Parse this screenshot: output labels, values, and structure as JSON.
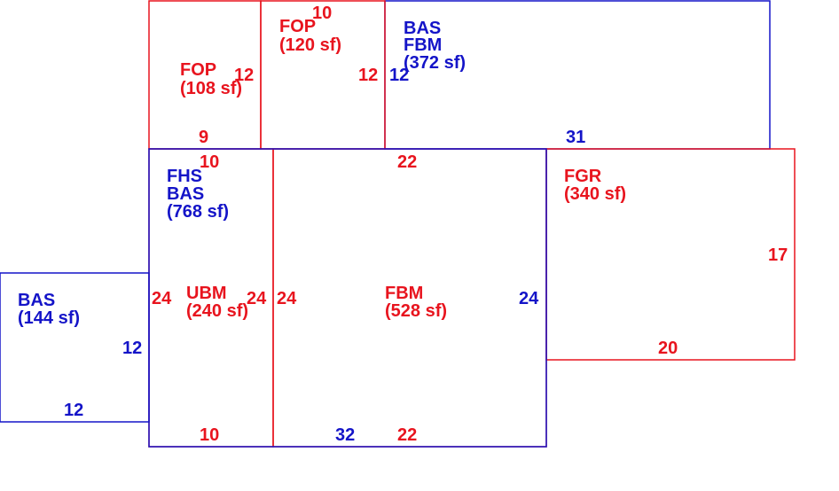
{
  "colors": {
    "red": "#e8141e",
    "blue": "#1414c8",
    "background": "#ffffff"
  },
  "areas": {
    "fop_108": {
      "code": "FOP",
      "area": "(108 sf)"
    },
    "fop_120": {
      "code": "FOP",
      "area": "(120 sf)"
    },
    "bas_fbm_372": {
      "code1": "BAS",
      "code2": "FBM",
      "area": "(372 sf)"
    },
    "fhs_bas_768": {
      "code1": "FHS",
      "code2": "BAS",
      "area": "(768 sf)"
    },
    "ubm_240": {
      "code": "UBM",
      "area": "(240 sf)"
    },
    "fbm_528": {
      "code": "FBM",
      "area": "(528 sf)"
    },
    "fgr_340": {
      "code": "FGR",
      "area": "(340 sf)"
    },
    "bas_144": {
      "code": "BAS",
      "area": "(144 sf)"
    }
  },
  "dimensions": {
    "fop_108_right": "12",
    "fop_108_bottom": "9",
    "fop_120_top": "10",
    "fop_120_right": "12",
    "bas_fbm_left": "12",
    "bas_fbm_bottom": "31",
    "ubm_top": "10",
    "ubm_left": "24",
    "ubm_right": "24",
    "ubm_bottom": "10",
    "fbm_top": "22",
    "fbm_left": "24",
    "fbm_right": "24",
    "fbm_bottom": "22",
    "fhs_bottom": "32",
    "fgr_right": "17",
    "fgr_bottom": "20",
    "bas_144_right": "12",
    "bas_144_bottom": "12"
  }
}
